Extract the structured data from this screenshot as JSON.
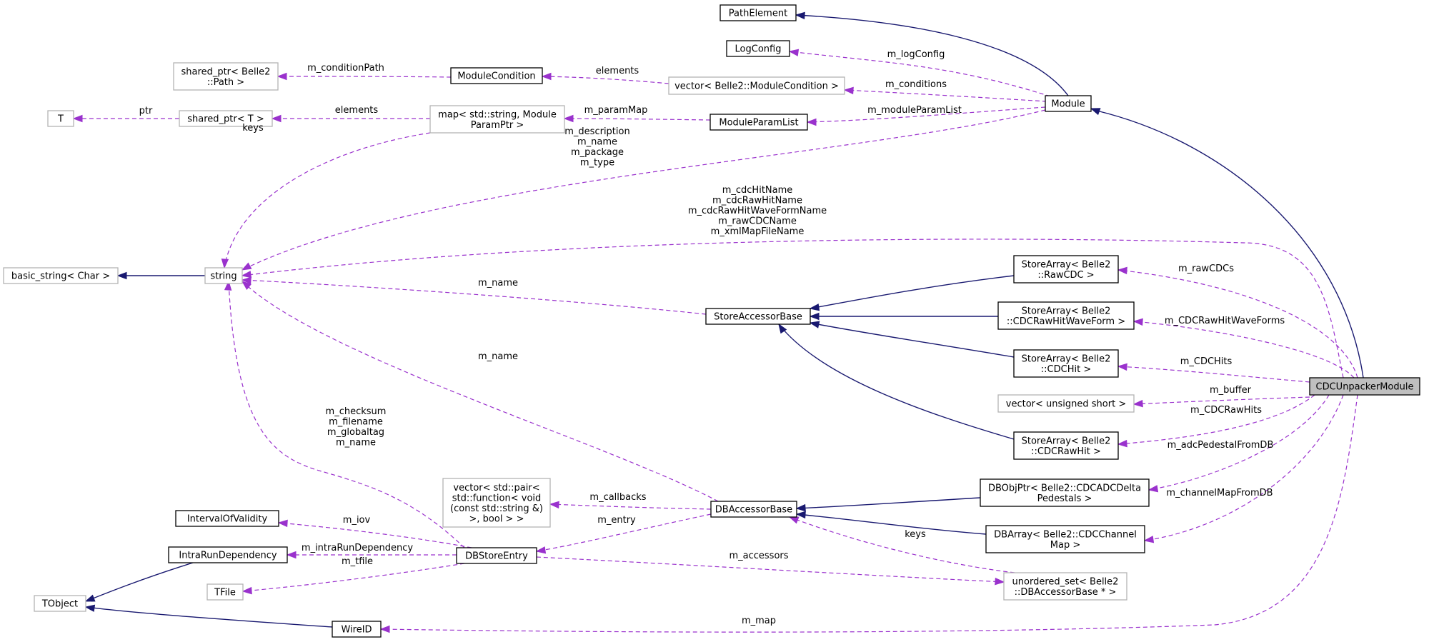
{
  "nodes": [
    {
      "id": "CDCUnpackerModule",
      "lines": [
        "CDCUnpackerModule"
      ],
      "style": "focus"
    },
    {
      "id": "PathElement",
      "lines": [
        "PathElement"
      ],
      "style": "solid"
    },
    {
      "id": "LogConfig",
      "lines": [
        "LogConfig"
      ],
      "style": "solid"
    },
    {
      "id": "Module",
      "lines": [
        "Module"
      ],
      "style": "solid"
    },
    {
      "id": "ModuleCondition",
      "lines": [
        "ModuleCondition"
      ],
      "style": "solid"
    },
    {
      "id": "vecModCond",
      "lines": [
        "vector< Belle2::ModuleCondition >"
      ],
      "style": "gray"
    },
    {
      "id": "sharedPath",
      "lines": [
        "shared_ptr< Belle2",
        "::Path >"
      ],
      "style": "gray"
    },
    {
      "id": "T",
      "lines": [
        "T"
      ],
      "style": "gray"
    },
    {
      "id": "sharedT",
      "lines": [
        "shared_ptr< T >"
      ],
      "style": "gray"
    },
    {
      "id": "mapParam",
      "lines": [
        "map< std::string, Module",
        "ParamPtr >"
      ],
      "style": "gray"
    },
    {
      "id": "ModuleParamList",
      "lines": [
        "ModuleParamList"
      ],
      "style": "solid"
    },
    {
      "id": "basicString",
      "lines": [
        "basic_string< Char >"
      ],
      "style": "gray"
    },
    {
      "id": "string",
      "lines": [
        "string"
      ],
      "style": "gray"
    },
    {
      "id": "SARawCDC",
      "lines": [
        "StoreArray< Belle2",
        "::RawCDC >"
      ],
      "style": "solid"
    },
    {
      "id": "StoreAccessorBase",
      "lines": [
        "StoreAccessorBase"
      ],
      "style": "solid"
    },
    {
      "id": "SAWave",
      "lines": [
        "StoreArray< Belle2",
        "::CDCRawHitWaveForm >"
      ],
      "style": "solid"
    },
    {
      "id": "SACDCHit",
      "lines": [
        "StoreArray< Belle2",
        "::CDCHit >"
      ],
      "style": "solid"
    },
    {
      "id": "vecUShort",
      "lines": [
        "vector< unsigned short >"
      ],
      "style": "gray"
    },
    {
      "id": "SARawHit",
      "lines": [
        "StoreArray< Belle2",
        "::CDCRawHit >"
      ],
      "style": "solid"
    },
    {
      "id": "DBObjPtr",
      "lines": [
        "DBObjPtr< Belle2::CDCADCDelta",
        "Pedestals >"
      ],
      "style": "solid"
    },
    {
      "id": "DBArray",
      "lines": [
        "DBArray< Belle2::CDCChannel",
        "Map >"
      ],
      "style": "solid"
    },
    {
      "id": "vecCallbacks",
      "lines": [
        "vector< std::pair<",
        "std::function< void",
        "(const std::string &)",
        ">, bool > >"
      ],
      "style": "gray"
    },
    {
      "id": "DBAccessorBase",
      "lines": [
        "DBAccessorBase"
      ],
      "style": "solid"
    },
    {
      "id": "IntervalOfValidity",
      "lines": [
        "IntervalOfValidity"
      ],
      "style": "solid"
    },
    {
      "id": "IntraRunDependency",
      "lines": [
        "IntraRunDependency"
      ],
      "style": "solid"
    },
    {
      "id": "DBStoreEntry",
      "lines": [
        "DBStoreEntry"
      ],
      "style": "solid"
    },
    {
      "id": "TFile",
      "lines": [
        "TFile"
      ],
      "style": "gray"
    },
    {
      "id": "TObject",
      "lines": [
        "TObject"
      ],
      "style": "gray"
    },
    {
      "id": "WireID",
      "lines": [
        "WireID"
      ],
      "style": "solid"
    },
    {
      "id": "unorderedSet",
      "lines": [
        "unordered_set< Belle2",
        "::DBAccessorBase * >"
      ],
      "style": "gray"
    }
  ],
  "edge_labels": [
    {
      "id": "m_logConfig",
      "lines": [
        "m_logConfig"
      ]
    },
    {
      "id": "m_conditions",
      "lines": [
        "m_conditions"
      ]
    },
    {
      "id": "elements_cond",
      "lines": [
        "elements"
      ]
    },
    {
      "id": "m_conditionPath",
      "lines": [
        "m_conditionPath"
      ]
    },
    {
      "id": "ptr",
      "lines": [
        "ptr"
      ]
    },
    {
      "id": "elements_map",
      "lines": [
        "elements"
      ]
    },
    {
      "id": "m_paramMap",
      "lines": [
        "m_paramMap"
      ]
    },
    {
      "id": "m_moduleParamList",
      "lines": [
        "m_moduleParamList"
      ]
    },
    {
      "id": "keys_map",
      "lines": [
        "keys"
      ]
    },
    {
      "id": "module_strings",
      "lines": [
        "m_description",
        "m_name",
        "m_package",
        "m_type"
      ]
    },
    {
      "id": "unpacker_strings",
      "lines": [
        "m_cdcHitName",
        "m_cdcRawHitName",
        "m_cdcRawHitWaveFormName",
        "m_rawCDCName",
        "m_xmlMapFileName"
      ]
    },
    {
      "id": "m_rawCDCs",
      "lines": [
        "m_rawCDCs"
      ]
    },
    {
      "id": "m_name_store",
      "lines": [
        "m_name"
      ]
    },
    {
      "id": "m_CDCRawHitWaveForms",
      "lines": [
        "m_CDCRawHitWaveForms"
      ]
    },
    {
      "id": "m_name_db",
      "lines": [
        "m_name"
      ]
    },
    {
      "id": "m_CDCHits",
      "lines": [
        "m_CDCHits"
      ]
    },
    {
      "id": "m_buffer",
      "lines": [
        "m_buffer"
      ]
    },
    {
      "id": "dbstore_strings",
      "lines": [
        "m_checksum",
        "m_filename",
        "m_globaltag",
        "m_name"
      ]
    },
    {
      "id": "m_CDCRawHits",
      "lines": [
        "m_CDCRawHits"
      ]
    },
    {
      "id": "m_adcPedestalFromDB",
      "lines": [
        "m_adcPedestalFromDB"
      ]
    },
    {
      "id": "m_callbacks",
      "lines": [
        "m_callbacks"
      ]
    },
    {
      "id": "m_channelMapFromDB",
      "lines": [
        "m_channelMapFromDB"
      ]
    },
    {
      "id": "m_iov",
      "lines": [
        "m_iov"
      ]
    },
    {
      "id": "m_entry",
      "lines": [
        "m_entry"
      ]
    },
    {
      "id": "keys_set",
      "lines": [
        "keys"
      ]
    },
    {
      "id": "m_intraRunDependency",
      "lines": [
        "m_intraRunDependency"
      ]
    },
    {
      "id": "m_accessors",
      "lines": [
        "m_accessors"
      ]
    },
    {
      "id": "m_tfile",
      "lines": [
        "m_tfile"
      ]
    },
    {
      "id": "m_map",
      "lines": [
        "m_map"
      ]
    }
  ],
  "colors": {
    "inheritance_edge": "#191970",
    "usage_edge": "#9a32cd",
    "focus_fill": "#bfbfbf",
    "gray_border": "#b3b3b3"
  }
}
